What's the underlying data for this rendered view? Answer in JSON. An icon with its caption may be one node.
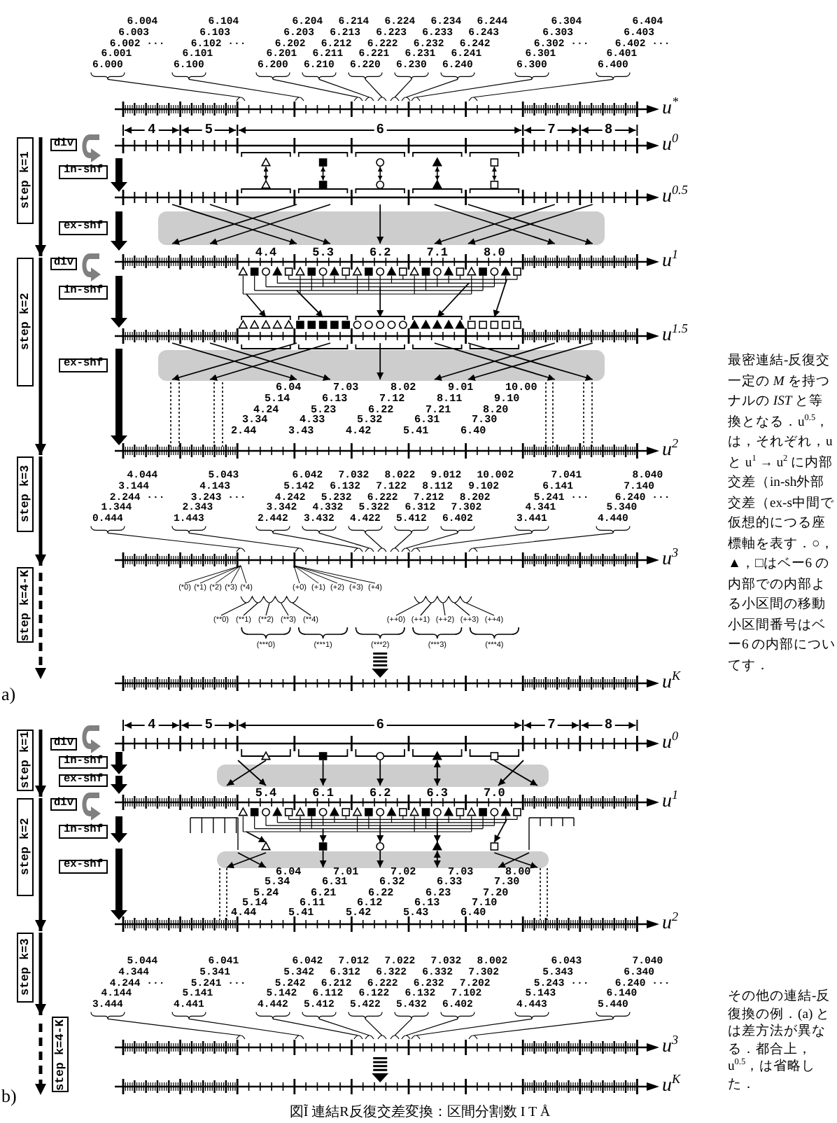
{
  "diagram": {
    "caption": "図Ĩ 連結R反復交差変換：区間分割数 I T Å",
    "nodes": [
      {
        "text": [
          "step k=1"
        ]
      },
      {
        "text": [
          "div"
        ]
      },
      {
        "text": [
          "in-shf"
        ]
      },
      {
        "text": [
          "ex-shf"
        ]
      },
      {
        "text": [
          "step k=2"
        ]
      },
      {
        "text": [
          "div"
        ]
      },
      {
        "text": [
          "in-shf"
        ]
      },
      {
        "text": [
          "ex-shf"
        ]
      },
      {
        "text": [
          "step k=3"
        ]
      },
      {
        "text": [
          "step k=4-K"
        ]
      },
      {
        "text": [
          "step k=1"
        ]
      },
      {
        "text": [
          "div"
        ]
      },
      {
        "text": [
          "in-shf"
        ]
      },
      {
        "text": [
          "ex-shf"
        ]
      },
      {
        "text": [
          "step k=2"
        ]
      },
      {
        "text": [
          "div"
        ]
      },
      {
        "text": [
          "in-shf"
        ]
      },
      {
        "text": [
          "ex-shf"
        ]
      },
      {
        "text": [
          "step k=3"
        ]
      },
      {
        "text": [
          "step k=4-K"
        ]
      }
    ],
    "edges": [
      {
        "from": 0,
        "to": 4,
        "arrow": "to"
      },
      {
        "from": 4,
        "to": 8,
        "arrow": "to"
      },
      {
        "from": 8,
        "to": 9,
        "arrow": "to"
      },
      {
        "from": 10,
        "to": 14,
        "arrow": "to"
      },
      {
        "from": 14,
        "to": 18,
        "arrow": "to"
      },
      {
        "from": 18,
        "to": 19,
        "arrow": "to"
      }
    ],
    "labels": [
      "6.004",
      "6.104",
      "6.204",
      "6.214",
      "6.224",
      "6.234",
      "6.244",
      "6.304",
      "6.404",
      "6.003",
      "6.103",
      "6.203",
      "6.213",
      "6.223",
      "6.233",
      "6.243",
      "6.303",
      "6.403",
      "6.002 ···",
      "6.102 ···",
      "6.202",
      "6.212",
      "6.222",
      "6.232",
      "6.242",
      "6.302 ···",
      "6.402 ···",
      "6.001",
      "6.101",
      "6.201",
      "6.211",
      "6.221",
      "6.231",
      "6.241",
      "6.301",
      "6.401",
      "6.000",
      "6.100",
      "6.200",
      "6.210",
      "6.220",
      "6.230",
      "6.240",
      "6.300",
      "6.400",
      "u$^{*}$",
      "4",
      "5",
      "6",
      "7",
      "8",
      "u$^{0}$",
      "u$^{0.5}$",
      "4.4",
      "5.3",
      "6.2",
      "7.1",
      "8.0",
      "u$^{1}$",
      "u$^{1.5}$",
      "6.04",
      "7.03",
      "8.02",
      "9.01",
      "10.00",
      "5.14",
      "6.13",
      "7.12",
      "8.11",
      "9.10",
      "4.24",
      "5.23",
      "6.22",
      "7.21",
      "8.20",
      "3.34",
      "4.33",
      "5.32",
      "6.31",
      "7.30",
      "2.44",
      "3.43",
      "4.42",
      "5.41",
      "6.40",
      "u$^{2}$",
      "4.044",
      "5.043",
      "6.042",
      "7.032",
      "8.022",
      "9.012",
      "10.002",
      "7.041",
      "8.040",
      "3.144",
      "4.143",
      "5.142",
      "6.132",
      "7.122",
      "8.112",
      "9.102",
      "6.141",
      "7.140",
      "2.244 ···",
      "3.243 ···",
      "4.242",
      "5.232",
      "6.222",
      "7.212",
      "8.202",
      "5.241 ···",
      "6.240 ···",
      "1.344",
      "2.343",
      "3.342",
      "4.332",
      "5.322",
      "6.312",
      "7.302",
      "4.341",
      "5.340",
      "0.444",
      "1.443",
      "2.442",
      "3.432",
      "4.422",
      "5.412",
      "6.402",
      "3.441",
      "4.440",
      "u$^{3}$",
      "(*0)",
      "(*1)",
      "(*2)",
      "(*3)",
      "(*4)",
      "(+0)",
      "(+1)",
      "(+2)",
      "(+3)",
      "(+4)",
      "(**0)",
      "(**1)",
      "(**2)",
      "(**3)",
      "(**4)",
      "(++0)",
      "(++1)",
      "(++2)",
      "(++3)",
      "(++4)",
      "(***0)",
      "(***1)",
      "(***2)",
      "(***3)",
      "(***4)",
      "u$^{K}$",
      "a)",
      "4",
      "5",
      "6",
      "7",
      "8",
      "u$^{0}$",
      "5.4",
      "6.1",
      "6.2",
      "6.3",
      "7.0",
      "u$^{1}$",
      "6.04",
      "7.01",
      "7.02",
      "7.03",
      "8.00",
      "5.34",
      "6.31",
      "6.32",
      "6.33",
      "7.30",
      "5.24",
      "6.21",
      "6.22",
      "6.23",
      "7.20",
      "5.14",
      "6.11",
      "6.12",
      "6.13",
      "7.10",
      "4.44",
      "5.41",
      "5.42",
      "5.43",
      "6.40",
      "u$^{2}$",
      "5.044",
      "6.041",
      "6.042",
      "7.012",
      "7.022",
      "7.032",
      "8.002",
      "6.043",
      "7.040",
      "4.344",
      "5.341",
      "5.342",
      "6.312",
      "6.322",
      "6.332",
      "7.302",
      "5.343",
      "6.340",
      "4.244 ···",
      "5.241 ···",
      "5.242",
      "6.212",
      "6.222",
      "6.232",
      "7.202",
      "5.243 ···",
      "6.240 ···",
      "4.144",
      "5.141",
      "5.142",
      "6.112",
      "6.122",
      "6.132",
      "7.102",
      "5.143",
      "6.140",
      "3.444",
      "4.441",
      "4.442",
      "5.412",
      "5.422",
      "5.432",
      "6.402",
      "4.443",
      "5.440",
      "u$^{3}$",
      "u$^{K}$",
      "b)",
      "最密連結-反復交一定の *M* を持つナルの *IST* と等換となる．u$^{0.5}$，は，それぞれ，uと u$^{1}$ → u$^{2}$ に内部交差（in-sh外部交差（ex-s中間で仮想的につる座標軸を表す．○，▲，□はベー6 の内部での内部よる小区間の移動小区間番号はベー6 の内部についてす．",
      "その他の連結-反復換の例．(a) とは差方法が異なる．都合上，u$^{0.5}$，は省略した．"
    ]
  }
}
